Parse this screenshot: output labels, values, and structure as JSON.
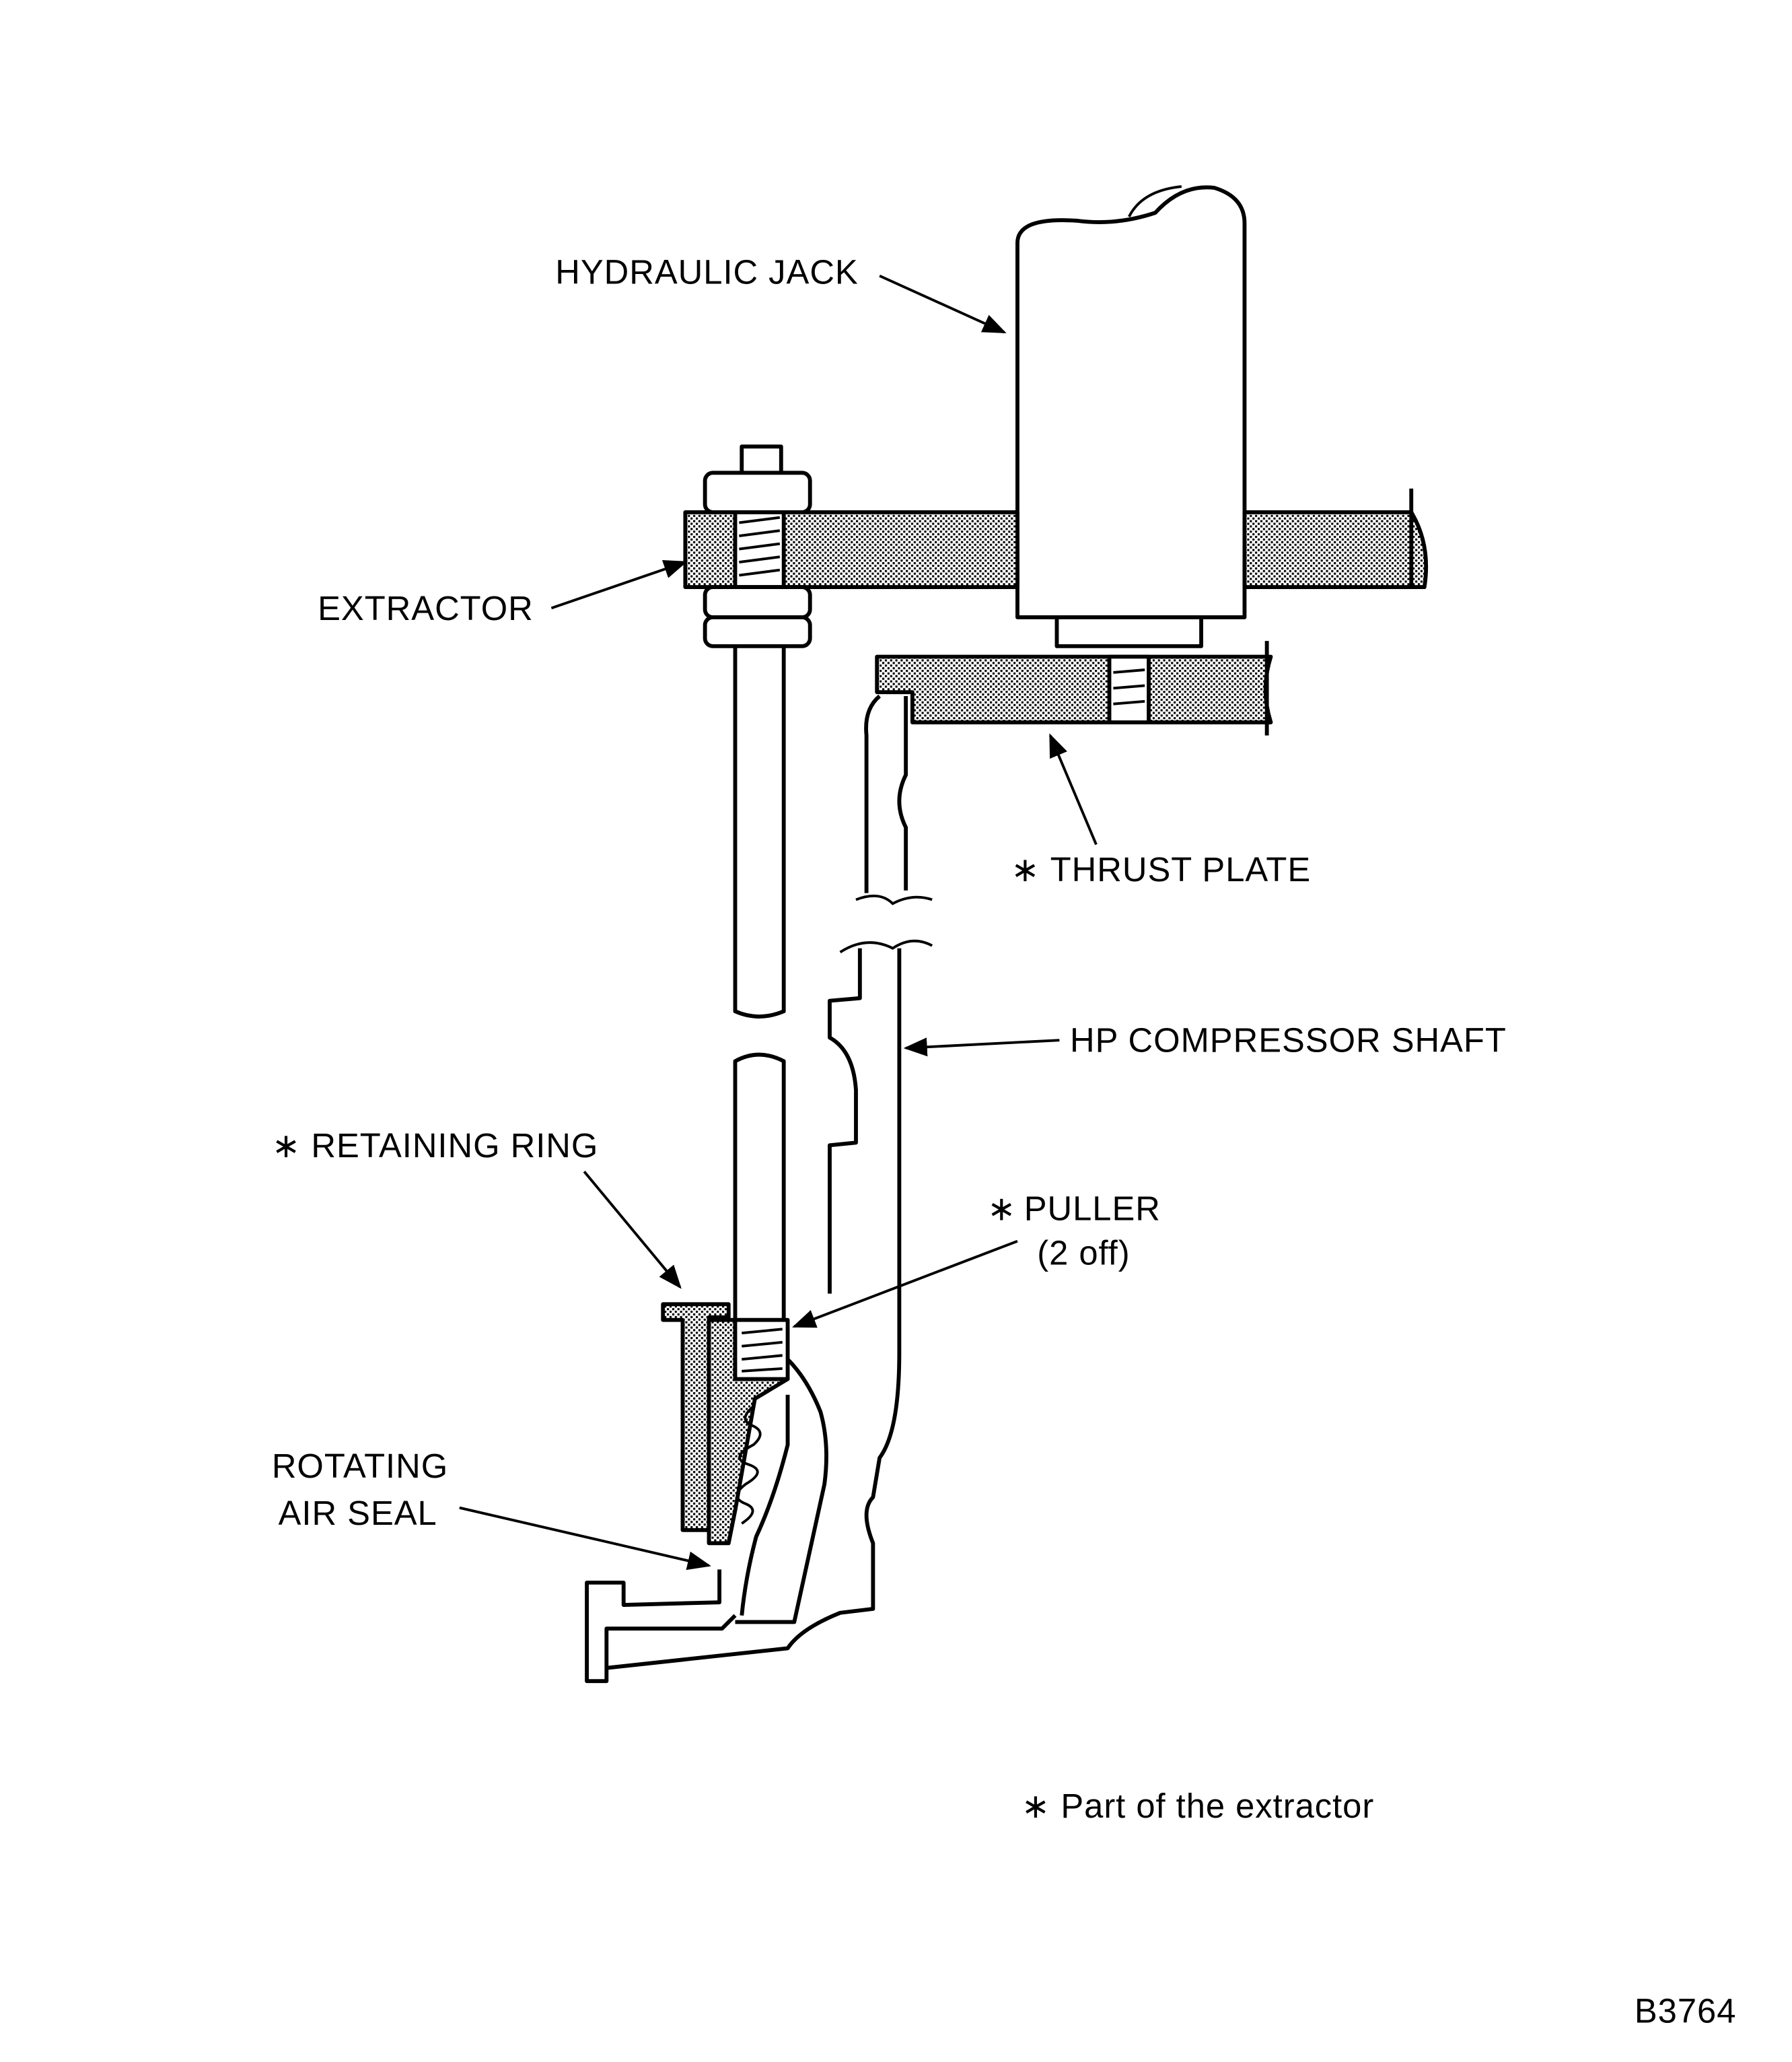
{
  "labels": {
    "hydraulic_jack": "HYDRAULIC JACK",
    "extractor": "EXTRACTOR",
    "thrust_plate": "THRUST PLATE",
    "hp_compressor_shaft": "HP COMPRESSOR SHAFT",
    "retaining_ring": "RETAINING RING",
    "puller_line1": "PULLER",
    "puller_line2": "(2 off)",
    "rotating_air_seal_line1": "ROTATING",
    "rotating_air_seal_line2": "AIR SEAL"
  },
  "asterisk": "∗",
  "footnote": "Part of the extractor",
  "figure_id": "B3764",
  "colors": {
    "ink": "#000000",
    "background": "#ffffff"
  }
}
